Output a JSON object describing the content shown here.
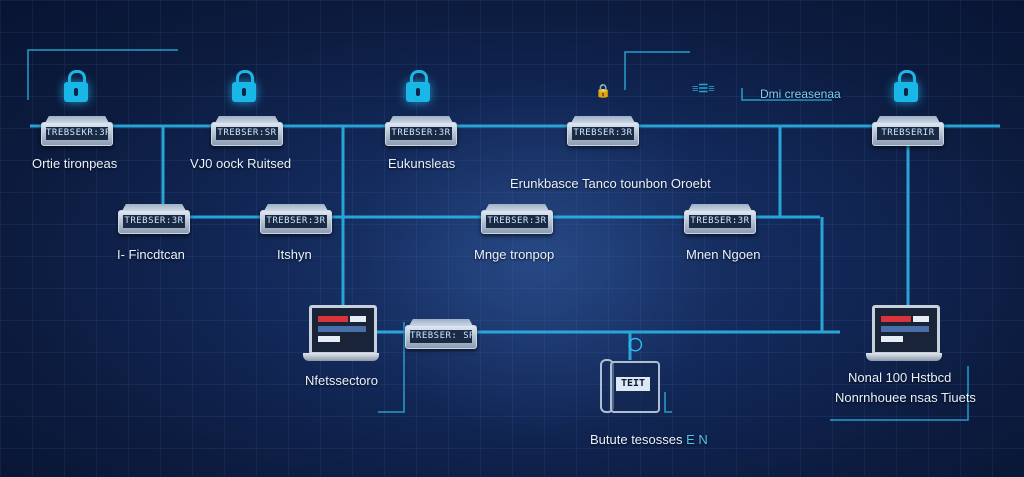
{
  "nodes": {
    "sw1": {
      "label": "TREBSEKR:3R",
      "caption": "Ortie tironpeas"
    },
    "sw2": {
      "label": "TREBSER:SR",
      "caption": "VJ0 oock Ruitsed"
    },
    "sw3": {
      "label": "TREBSER:3R",
      "caption": "Eukunsleas"
    },
    "sw4": {
      "label": "TREBSER:3R",
      "caption": "Erunkbasce Tanco tounbon Oroebt"
    },
    "sw5": {
      "label": "TREBSERIR",
      "caption": ""
    },
    "sw6": {
      "label": "TREBSER:3R",
      "caption": "I- Fincdtcan"
    },
    "sw7": {
      "label": "TREBSER:3R",
      "caption": "Itshyn"
    },
    "sw8": {
      "label": "TREBSER:3R",
      "caption": "Mnge tronpop"
    },
    "sw9": {
      "label": "TREBSER:3R",
      "caption": "Mnen Ngoen"
    },
    "sw10": {
      "label": "TREBSER: SR",
      "caption": ""
    },
    "laptop1": {
      "caption": "Nfetssectoro"
    },
    "laptop2": {
      "caption_line1": "Nonal 100 Hstbcd",
      "caption_line2": "Nonrnhouee nsas Tiuets"
    },
    "phone": {
      "screen": "TEIT",
      "caption": "Butute tesosses",
      "caption_suffix": "E N"
    }
  },
  "legend": {
    "text": "Dmi creasenaa"
  },
  "accent": "#2bb3e6"
}
